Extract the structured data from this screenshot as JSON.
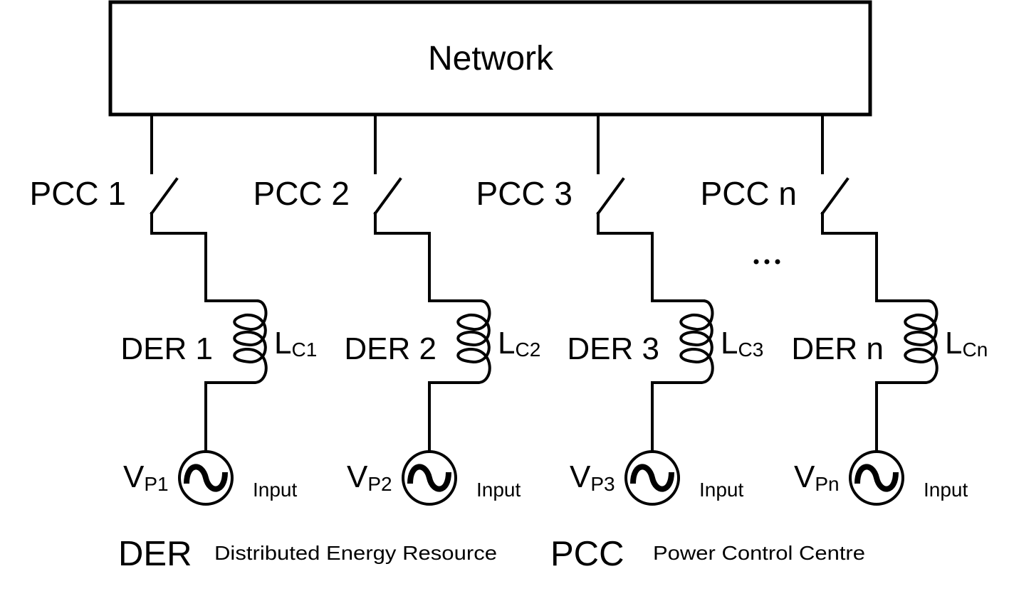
{
  "diagram": {
    "title": "Network",
    "colors": {
      "stroke": "#000000",
      "background": "#ffffff"
    },
    "branches": [
      {
        "pcc_label": "PCC 1",
        "der_label": "DER 1",
        "inductor_main": "L",
        "inductor_sub": "C1",
        "source_main": "V",
        "source_sub": "P1",
        "input_label": "Input"
      },
      {
        "pcc_label": "PCC 2",
        "der_label": "DER 2",
        "inductor_main": "L",
        "inductor_sub": "C2",
        "source_main": "V",
        "source_sub": "P2",
        "input_label": "Input"
      },
      {
        "pcc_label": "PCC 3",
        "der_label": "DER 3",
        "inductor_main": "L",
        "inductor_sub": "C3",
        "source_main": "V",
        "source_sub": "P3",
        "input_label": "Input"
      },
      {
        "pcc_label": "PCC n",
        "der_label": "DER n",
        "inductor_main": "L",
        "inductor_sub": "Cn",
        "source_main": "V",
        "source_sub": "Pn",
        "input_label": "Input"
      }
    ],
    "ellipsis": "…",
    "legend": [
      {
        "term": "DER",
        "description": "Distributed Energy Resource"
      },
      {
        "term": "PCC",
        "description": "Power Control Centre"
      }
    ]
  }
}
